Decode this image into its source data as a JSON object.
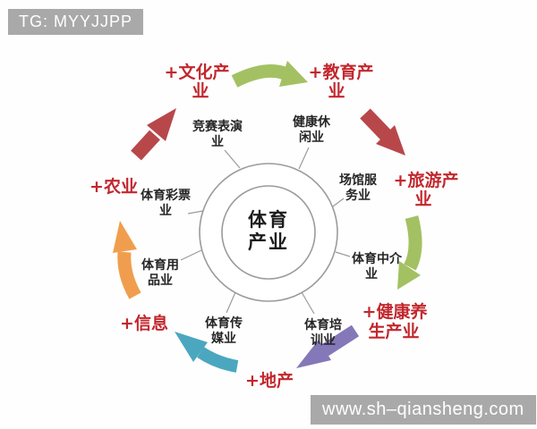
{
  "watermarks": {
    "telegram": "TG: MYYJJPP",
    "website": "www.sh–qiansheng.com"
  },
  "hub": {
    "name": "体育产业",
    "lines": [
      "体育",
      "产业"
    ]
  },
  "sub_industries": [
    {
      "name": "竞赛表演业",
      "lines": [
        "竞赛表演",
        "业"
      ]
    },
    {
      "name": "健康休闲业",
      "lines": [
        "健康休",
        "闲业"
      ]
    },
    {
      "name": "场馆服务业",
      "lines": [
        "场馆服",
        "务业"
      ]
    },
    {
      "name": "体育中介业",
      "lines": [
        "体育中介",
        "业"
      ]
    },
    {
      "name": "体育培训业",
      "lines": [
        "体育培",
        "训业"
      ]
    },
    {
      "name": "体育传媒业",
      "lines": [
        "体育传",
        "媒业"
      ]
    },
    {
      "name": "体育用品业",
      "lines": [
        "体育用",
        "品业"
      ]
    },
    {
      "name": "体育彩票业",
      "lines": [
        "体育彩票",
        "业"
      ]
    }
  ],
  "fusion_industries": [
    {
      "name": "+文化产业",
      "lines": [
        "+文化产",
        "业"
      ]
    },
    {
      "name": "+教育产业",
      "lines": [
        "+教育产",
        "业"
      ]
    },
    {
      "name": "+旅游产业",
      "lines": [
        "+旅游产",
        "业"
      ]
    },
    {
      "name": "+健康养生产业",
      "lines": [
        "+健康养",
        "生产业"
      ]
    },
    {
      "name": "+地产",
      "lines": [
        "+地产"
      ]
    },
    {
      "name": "+信息",
      "lines": [
        "+信息"
      ]
    },
    {
      "name": "+农业",
      "lines": [
        "+农业"
      ]
    }
  ],
  "colors": {
    "red_text": "#c2272d",
    "black_text": "#252525",
    "arrow_red": "#b8474a",
    "arrow_green": "#a3c162",
    "arrow_purple": "#8478b8",
    "arrow_teal": "#4ba7bf",
    "arrow_orange": "#f09e4e",
    "circle_stroke": "#9b9b9b",
    "watermark_bg": "#a9a9a9",
    "watermark_text": "#ffffff"
  }
}
